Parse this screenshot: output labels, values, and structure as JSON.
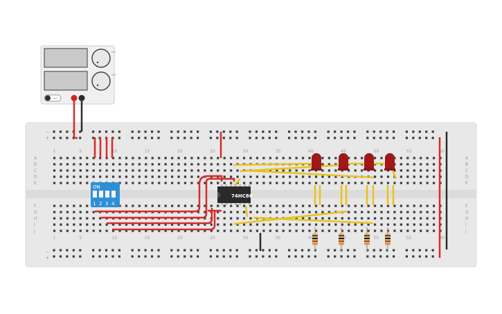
{
  "breadboard": {
    "column_numbers": [
      "1",
      "5",
      "10",
      "15",
      "20",
      "25",
      "30",
      "35",
      "40",
      "45",
      "50",
      "55",
      "60"
    ],
    "row_letters_top": [
      "A",
      "B",
      "C",
      "D",
      "E"
    ],
    "row_letters_bottom": [
      "F",
      "G",
      "H",
      "I",
      "J"
    ],
    "rail_plus": "+",
    "rail_minus": "−"
  },
  "chip": {
    "label": "74HC86"
  },
  "dip_switch": {
    "header": "ON",
    "switch_numbers": [
      "1",
      "2",
      "3",
      "4"
    ]
  },
  "power_supply": {
    "knob_labels": [
      "CH1",
      "CH2"
    ],
    "off_label": "OFF"
  },
  "colors": {
    "wire_red": "#d62b2b",
    "wire_black": "#2b2b2b",
    "wire_yellow": "#e8c21c",
    "led_red": "#a01818",
    "chip": "#2a2a2a",
    "dip_switch": "#2f8fd6",
    "board": "#e8e8e8"
  }
}
